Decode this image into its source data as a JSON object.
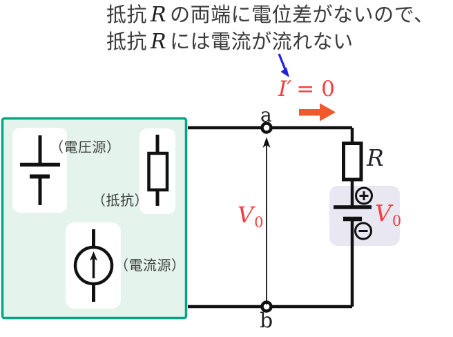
{
  "caption": {
    "line1": {
      "pre": "抵抗",
      "var": "R",
      "post": "の両端に電位差がないので、"
    },
    "line2": {
      "pre": "抵抗",
      "var": "R",
      "post": "には電流が流れない"
    }
  },
  "circuit": {
    "current_label": {
      "var": "I′",
      "rest": "= 0"
    },
    "node_a": "a",
    "node_b": "b",
    "resistor_label": "R",
    "voltage_label": {
      "var": "V",
      "sub": "0"
    }
  },
  "legend": {
    "voltage_source": "（電圧源）",
    "resistor": "（抵抗）",
    "current_source": "（電流源）"
  },
  "colors": {
    "panel_border": "#00a583",
    "panel_fill": "#e4f3ec",
    "card_fill": "#ffffff",
    "highlight_fill": "#e9e7f2",
    "wire": "#111111",
    "accent_red": "#fa3b3b",
    "arrow_orange": "#f0592a",
    "arrow_blue": "#2222dd",
    "caption_text": "#3a3a3a"
  }
}
